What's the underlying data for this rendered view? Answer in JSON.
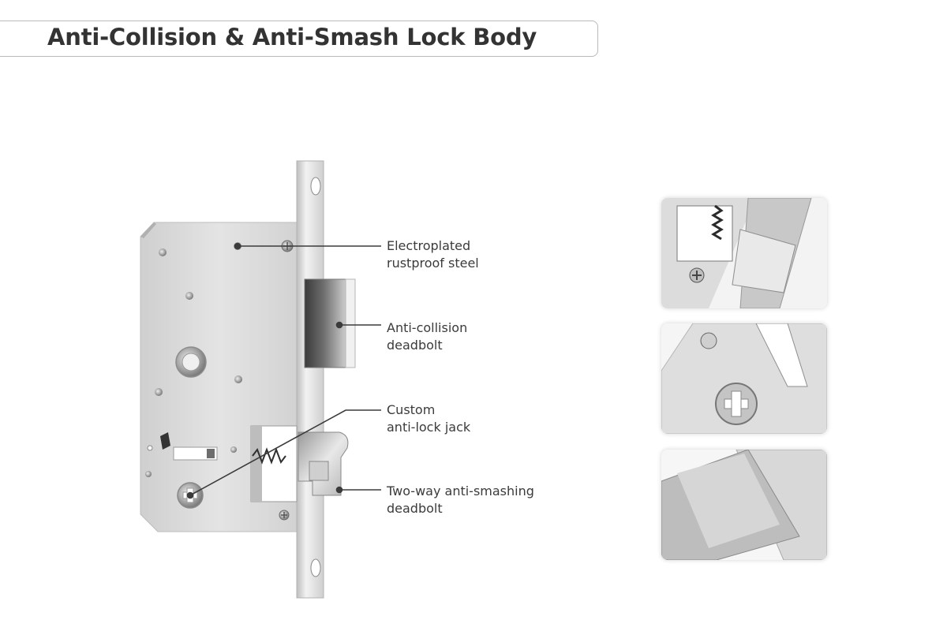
{
  "title": "Anti-Collision & Anti-Smash Lock Body",
  "callouts": [
    {
      "line1": "Electroplated",
      "line2": "rustproof steel"
    },
    {
      "line1": "Anti-collision",
      "line2": "deadbolt"
    },
    {
      "line1": "Custom",
      "line2": "anti-lock jack"
    },
    {
      "line1": "Two-way anti-smashing",
      "line2": "deadbolt"
    }
  ],
  "colors": {
    "text": "#3b3b3b",
    "title": "#333333",
    "leader": "#3b3b3b",
    "steel": "#d9d9d9"
  }
}
